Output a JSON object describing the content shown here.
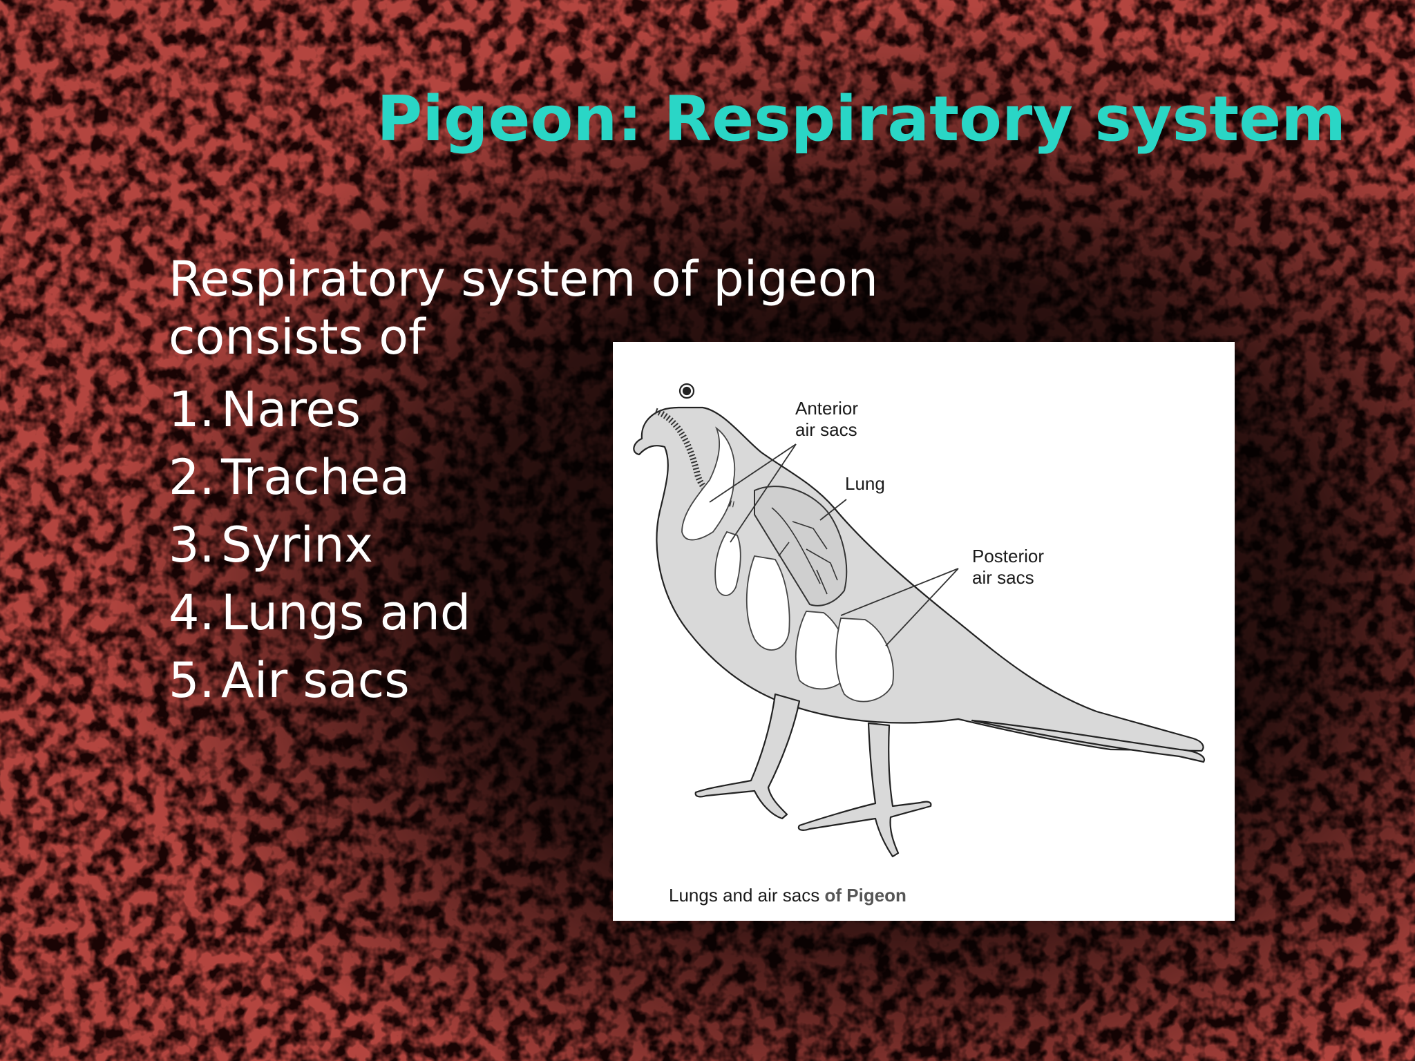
{
  "slide": {
    "title": "Pigeon: Respiratory system",
    "intro": "Respiratory system of pigeon consists of",
    "items": [
      {
        "num": "1.",
        "text": "Nares"
      },
      {
        "num": "2.",
        "text": "Trachea"
      },
      {
        "num": "3.",
        "text": "Syrinx"
      },
      {
        "num": "4.",
        "text": "Lungs and"
      },
      {
        "num": "5.",
        "text": "Air sacs"
      }
    ]
  },
  "figure": {
    "labels": {
      "anterior_line1": "Anterior",
      "anterior_line2": "air sacs",
      "lung": "Lung",
      "posterior_line1": "Posterior",
      "posterior_line2": "air sacs"
    },
    "caption_main": "Lungs and air sacs",
    "caption_suffix": "of Pigeon"
  },
  "colors": {
    "title": "#2ad6c6",
    "text": "#ffffff",
    "background": "#050101",
    "texture": "#6e1010",
    "bird_fill": "#d9d9d9"
  }
}
